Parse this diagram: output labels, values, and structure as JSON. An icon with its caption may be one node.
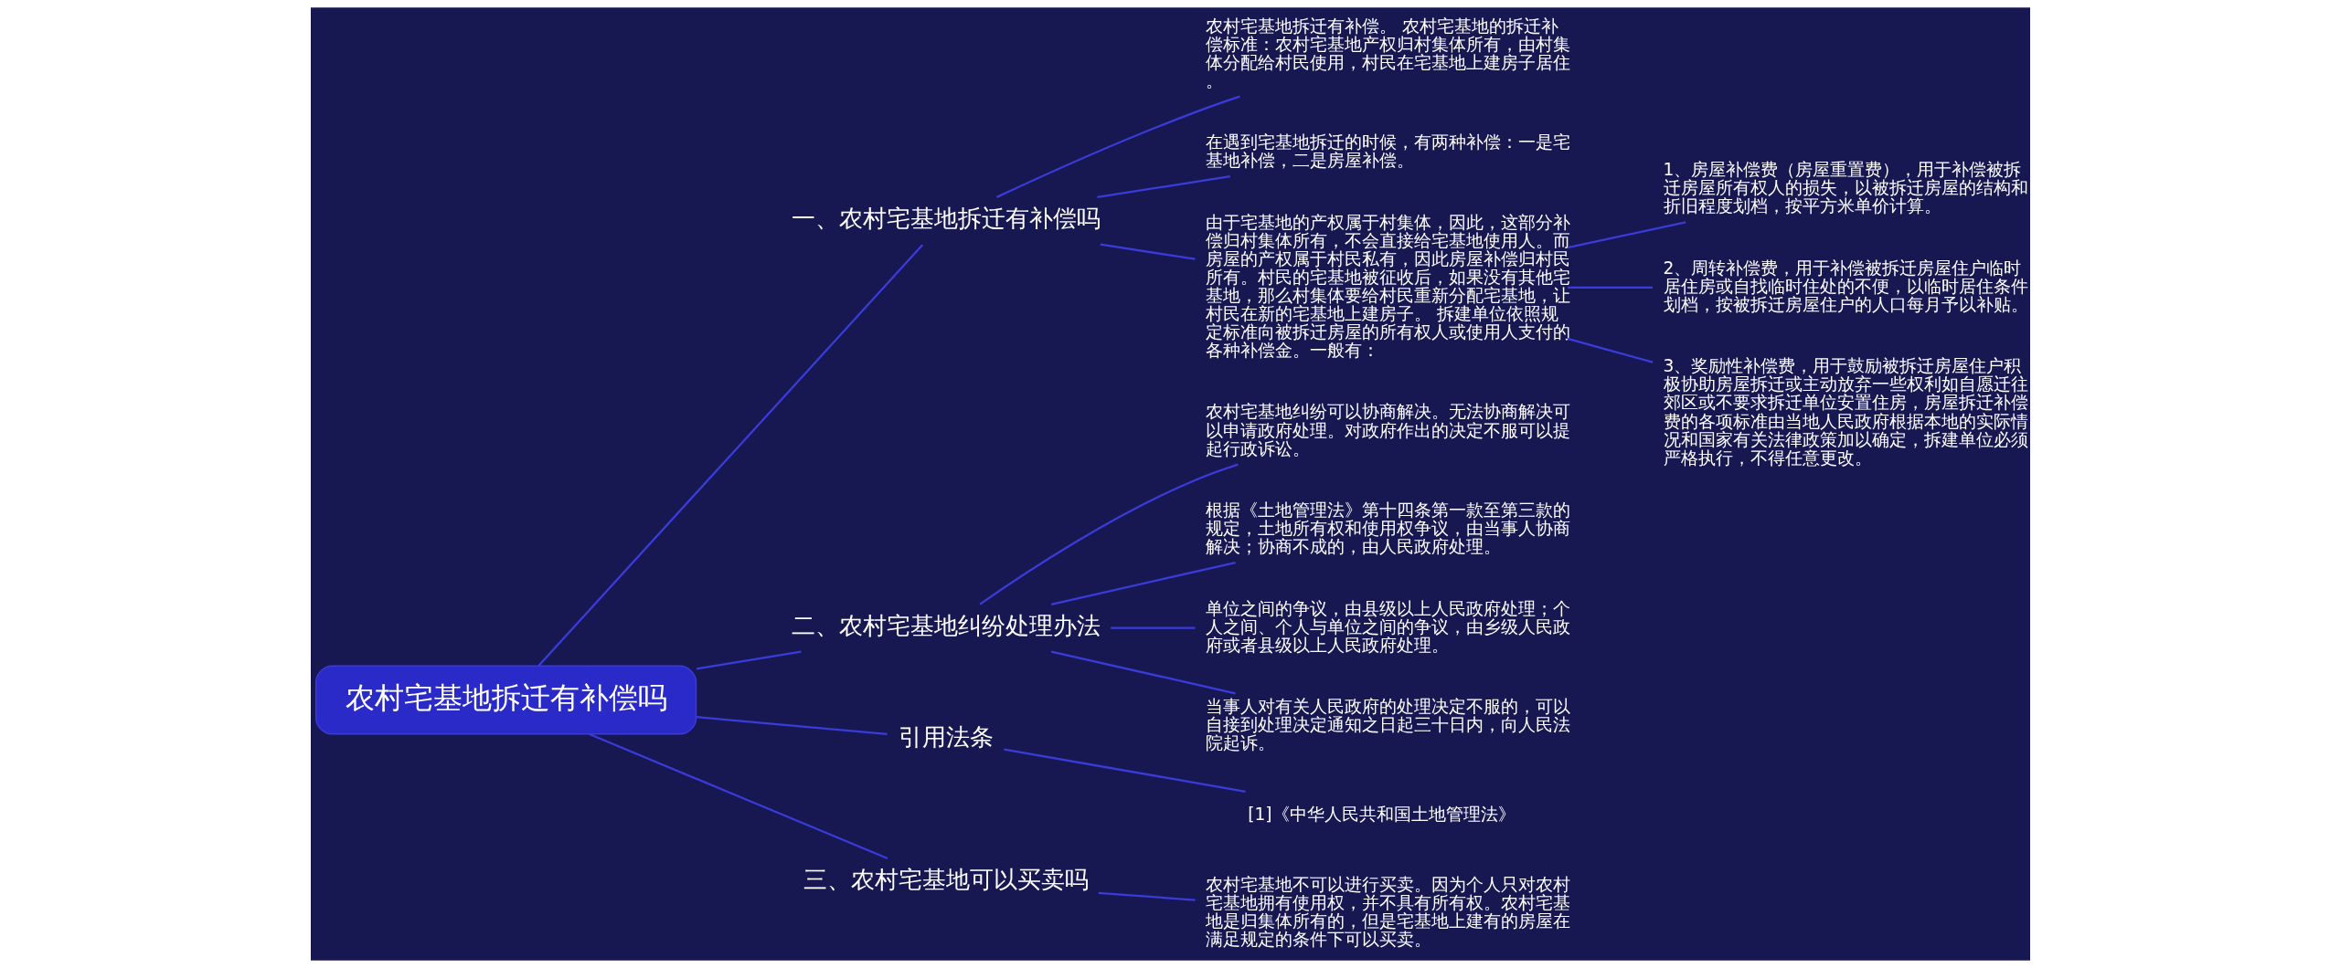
{
  "diagram": {
    "nodes": [
      {
        "text": [
          "农村宅基地拆迁有补偿吗"
        ]
      },
      {
        "text": [
          "一、农村宅基地拆迁有补偿吗"
        ]
      },
      {
        "text": [
          "农村宅基地拆迁有补偿。 农村宅基地的拆迁补偿标准：农村宅基地产权归村集体所有，由村集体分配给村民使用，村民在宅基地上建房子居住。"
        ]
      },
      {
        "text": [
          "在遇到宅基地拆迁的时候，有两种补偿：一是宅基地补偿，二是房屋补偿。"
        ]
      },
      {
        "text": [
          "由于宅基地的产权属于村集体，因此，这部分补偿归村集体所有，不会直接给宅基地使用人。而房屋的产权属于村民私有，因此房屋补偿归村民所有。村民的宅基地被征收后，如果没有其他宅基地，那么村集体要给村民重新分配宅基地，让村民在新的宅基地上建房子。 拆建单位依照规定标准向被拆迁房屋的所有权人或使用人支付的各种补偿金。一般有："
        ]
      },
      {
        "text": [
          "1、房屋补偿费（房屋重置费），用于补偿被拆迁房屋所有权人的损失，以被拆迁房屋的结构和折旧程度划档，按平方米单价计算。"
        ]
      },
      {
        "text": [
          "2、周转补偿费，用于补偿被拆迁房屋住户临时居住房或自找临时住处的不便，以临时居住条件划档，按被拆迁房屋住户的人口每月予以补贴。"
        ]
      },
      {
        "text": [
          "3、奖励性补偿费，用于鼓励被拆迁房屋住户积极协助房屋拆迁或主动放弃一些权利如自愿迁往郊区或不要求拆迁单位安置住房，房屋拆迁补偿费的各项标准由当地人民政府根据本地的实际情况和国家有关法律政策加以确定，拆建单位必须严格执行，不得任意更改。"
        ]
      },
      {
        "text": [
          "二、农村宅基地纠纷处理办法"
        ]
      },
      {
        "text": [
          "农村宅基地纠纷可以协商解决。无法协商解决可以申请政府处理。对政府作出的决定不服可以提起行政诉讼。"
        ]
      },
      {
        "text": [
          "根据《土地管理法》第十四条第一款至第三款的规定，土地所有权和使用权争议，由当事人协商解决；协商不成的，由人民政府处理。"
        ]
      },
      {
        "text": [
          "单位之间的争议，由县级以上人民政府处理；个人之间、个人与单位之间的争议，由乡级人民政府或者县级以上人民政府处理。"
        ]
      },
      {
        "text": [
          "当事人对有关人民政府的处理决定不服的，可以自接到处理决定通知之日起三十日内，向人民法院起诉。"
        ]
      },
      {
        "text": [
          "引用法条"
        ]
      },
      {
        "text": [
          "[1]《中华人民共和国土地管理法》"
        ]
      },
      {
        "text": [
          "三、农村宅基地可以买卖吗"
        ]
      },
      {
        "text": [
          "农村宅基地不可以进行买卖。因为个人只对农村宅基地拥有使用权，并不具有所有权。农村宅基地是归集体所有的，但是宅基地上建有的房屋在满足规定的条件下可以买卖。"
        ]
      }
    ],
    "edges": [
      {
        "from": 0,
        "to": 1,
        "arrow": "none"
      },
      {
        "from": 1,
        "to": 2,
        "arrow": "none"
      },
      {
        "from": 1,
        "to": 3,
        "arrow": "none"
      },
      {
        "from": 1,
        "to": 4,
        "arrow": "none"
      },
      {
        "from": 4,
        "to": 5,
        "arrow": "none"
      },
      {
        "from": 4,
        "to": 6,
        "arrow": "none"
      },
      {
        "from": 4,
        "to": 7,
        "arrow": "none"
      },
      {
        "from": 0,
        "to": 8,
        "arrow": "none"
      },
      {
        "from": 8,
        "to": 9,
        "arrow": "none"
      },
      {
        "from": 8,
        "to": 10,
        "arrow": "none"
      },
      {
        "from": 8,
        "to": 11,
        "arrow": "none"
      },
      {
        "from": 8,
        "to": 12,
        "arrow": "none"
      },
      {
        "from": 0,
        "to": 13,
        "arrow": "none"
      },
      {
        "from": 13,
        "to": 14,
        "arrow": "none"
      },
      {
        "from": 0,
        "to": 15,
        "arrow": "none"
      },
      {
        "from": 15,
        "to": 16,
        "arrow": "none"
      }
    ]
  }
}
